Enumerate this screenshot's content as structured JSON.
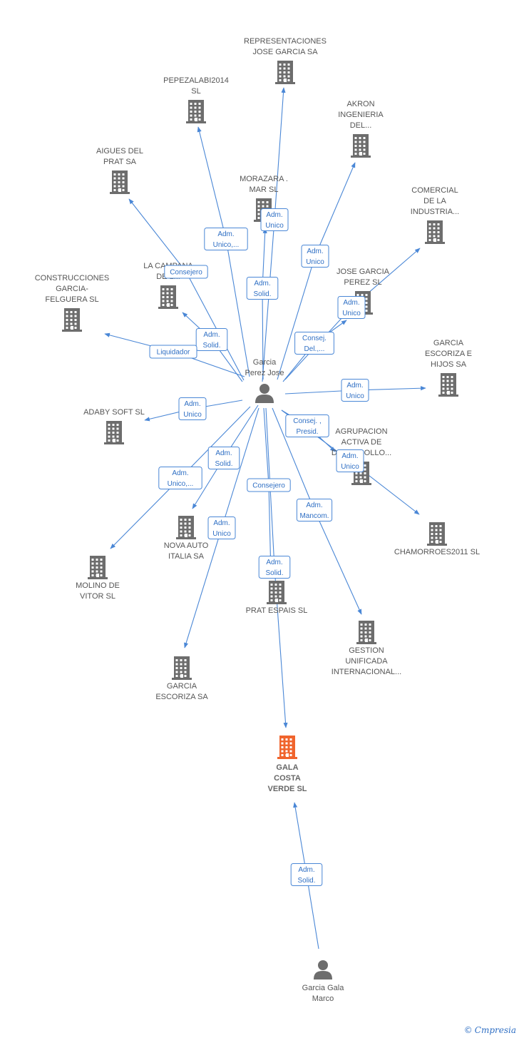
{
  "colors": {
    "building": "#6d6d6d",
    "focus": "#f0642d",
    "person": "#6d6d6d",
    "edge": "#4a87d6"
  },
  "nodes": [
    {
      "id": "p1",
      "kind": "person",
      "name": "Garcia Perez Jose",
      "lines": [
        "Garcia",
        "Perez Jose"
      ]
    },
    {
      "id": "p2",
      "kind": "person",
      "name": "Garcia Gala Marco",
      "lines": [
        "Garcia Gala",
        "Marco"
      ]
    },
    {
      "id": "focus",
      "kind": "focus",
      "name": "GALA COSTA VERDE SL",
      "lines": [
        "GALA",
        "COSTA",
        "VERDE SL"
      ]
    },
    {
      "id": "representaciones",
      "kind": "company",
      "name": "REPRESENTACIONES JOSE GARCIA SA",
      "lines": [
        "REPRESENTACIONES",
        "JOSE GARCIA SA"
      ]
    },
    {
      "id": "pepezalabi",
      "kind": "company",
      "name": "PEPEZALABI2014 SL",
      "lines": [
        "PEPEZALABI2014",
        "SL"
      ]
    },
    {
      "id": "akron",
      "kind": "company",
      "name": "AKRON INGENIERIA DEL...",
      "lines": [
        "AKRON",
        "INGENIERIA",
        "DEL..."
      ]
    },
    {
      "id": "aigues",
      "kind": "company",
      "name": "AIGUES DEL PRAT SA",
      "lines": [
        "AIGUES DEL",
        "PRAT SA"
      ]
    },
    {
      "id": "morazara",
      "kind": "company",
      "name": "MORAZARA . MAR SL",
      "lines": [
        "MORAZARA .",
        "MAR SL"
      ]
    },
    {
      "id": "comercial",
      "kind": "company",
      "name": "COMERCIAL DE LA INDUSTRIA...",
      "lines": [
        "COMERCIAL",
        "DE LA",
        "INDUSTRIA..."
      ]
    },
    {
      "id": "campana",
      "kind": "company",
      "name": "LA CAMPANA DE L...",
      "lines": [
        "LA CAMPANA",
        "DE L..."
      ]
    },
    {
      "id": "josegarcia",
      "kind": "company",
      "name": "JOSE GARCIA PEREZ SL",
      "lines": [
        "JOSE GARCIA",
        "PEREZ SL"
      ]
    },
    {
      "id": "construcciones",
      "kind": "company",
      "name": "CONSTRUCCIONES GARCIA-FELGUERA SL",
      "lines": [
        "CONSTRUCCIONES",
        "GARCIA-",
        "FELGUERA SL"
      ]
    },
    {
      "id": "escorizahijos",
      "kind": "company",
      "name": "GARCIA ESCORIZA E HIJOS SA",
      "lines": [
        "GARCIA",
        "ESCORIZA E",
        "HIJOS SA"
      ]
    },
    {
      "id": "adaby",
      "kind": "company",
      "name": "ADABY SOFT SL",
      "lines": [
        "ADABY SOFT SL"
      ]
    },
    {
      "id": "agrupacion",
      "kind": "company",
      "name": "AGRUPACION ACTIVA DE DESARROLLO...",
      "lines": [
        "AGRUPACION",
        "ACTIVA DE",
        "DESARROLLO..."
      ]
    },
    {
      "id": "chamorroes",
      "kind": "company",
      "name": "CHAMORROES2011 SL",
      "lines": [
        "CHAMORROES2011 SL"
      ]
    },
    {
      "id": "molino",
      "kind": "company",
      "name": "MOLINO DE VITOR SL",
      "lines": [
        "MOLINO DE",
        "VITOR SL"
      ]
    },
    {
      "id": "nova",
      "kind": "company",
      "name": "NOVA AUTO ITALIA SA",
      "lines": [
        "NOVA AUTO",
        "ITALIA SA"
      ]
    },
    {
      "id": "pratespais",
      "kind": "company",
      "name": "PRAT ESPAIS SL",
      "lines": [
        "PRAT ESPAIS SL"
      ]
    },
    {
      "id": "gestion",
      "kind": "company",
      "name": "GESTION UNIFICADA INTERNACIONAL...",
      "lines": [
        "GESTION",
        "UNIFICADA",
        "INTERNACIONAL..."
      ]
    },
    {
      "id": "escorizasa",
      "kind": "company",
      "name": "GARCIA ESCORIZA SA",
      "lines": [
        "GARCIA",
        "ESCORIZA SA"
      ]
    }
  ],
  "edges": [
    {
      "from": "p1",
      "to": "representaciones",
      "lines": [
        "Adm.",
        "Unico"
      ]
    },
    {
      "from": "p1",
      "to": "pepezalabi",
      "lines": [
        "Adm.",
        "Unico,..."
      ]
    },
    {
      "from": "p1",
      "to": "akron",
      "lines": [
        "Adm.",
        "Unico"
      ]
    },
    {
      "from": "p1",
      "to": "aigues",
      "lines": [
        "Consejero"
      ]
    },
    {
      "from": "p1",
      "to": "morazara",
      "lines": [
        "Adm.",
        "Solid."
      ]
    },
    {
      "from": "p1",
      "to": "comercial",
      "lines": [
        "Adm.",
        "Unico"
      ]
    },
    {
      "from": "p1",
      "to": "josegarcia",
      "lines": [
        "Consej.",
        "Del.,..."
      ]
    },
    {
      "from": "p1",
      "to": "campana",
      "lines": [
        "Adm.",
        "Solid."
      ]
    },
    {
      "from": "p1",
      "to": "construcciones",
      "lines": [
        "Liquidador"
      ]
    },
    {
      "from": "p1",
      "to": "escorizahijos",
      "lines": [
        "Adm.",
        "Unico"
      ]
    },
    {
      "from": "p1",
      "to": "adaby",
      "lines": [
        "Adm.",
        "Unico"
      ]
    },
    {
      "from": "p1",
      "to": "agrupacion",
      "lines": [
        "Consej. ,",
        "Presid."
      ]
    },
    {
      "from": "p1",
      "to": "chamorroes",
      "lines": [
        "Adm.",
        "Unico"
      ]
    },
    {
      "from": "p1",
      "to": "nova",
      "lines": [
        "Adm.",
        "Solid."
      ]
    },
    {
      "from": "p1",
      "to": "molino",
      "lines": [
        "Adm.",
        "Unico,..."
      ]
    },
    {
      "from": "p1",
      "to": "pratespais",
      "lines": [
        "Consejero"
      ]
    },
    {
      "from": "p1",
      "to": "escorizasa",
      "lines": [
        "Adm.",
        "Unico"
      ]
    },
    {
      "from": "p1",
      "to": "gestion",
      "lines": [
        "Adm.",
        "Mancom."
      ]
    },
    {
      "from": "p1",
      "to": "focus",
      "lines": [
        "Adm.",
        "Solid."
      ]
    },
    {
      "from": "p2",
      "to": "focus",
      "lines": [
        "Adm.",
        "Solid."
      ]
    }
  ],
  "footer": {
    "copyright": "©",
    "brand_initial": "C",
    "brand_rest": "mpresia"
  }
}
